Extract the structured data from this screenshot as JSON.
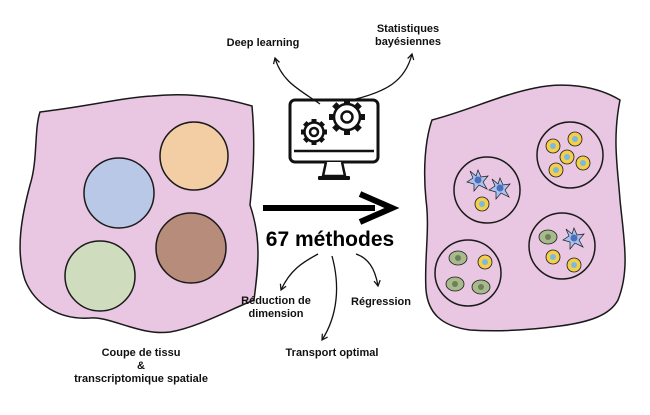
{
  "colors": {
    "tissue": "#e9c6e1",
    "outline": "#1a1a1a",
    "spot_blue": "#b9c8e6",
    "spot_orange": "#f3cda3",
    "spot_green": "#cfdcbd",
    "spot_brown": "#b78c7a",
    "cell_yellow": "#f4cf4a",
    "cell_nucleus": "#7db9dd",
    "cell_neuron": "#a9c2ef",
    "cell_green": "#a7ba8c"
  },
  "icons": [
    "computer-gears-icon",
    "arrow-right-icon"
  ],
  "labels": {
    "deep_learning": "Deep learning",
    "stats_line1": "Statistiques",
    "stats_line2": "bayésiennes",
    "methods": "67 méthodes",
    "reduction_line1": "Réduction de",
    "reduction_line2": "dimension",
    "regression": "Régression",
    "transport": "Transport optimal",
    "tissue_line1": "Coupe de tissu",
    "tissue_line2": "&",
    "tissue_line3": "transcriptomique spatiale"
  }
}
